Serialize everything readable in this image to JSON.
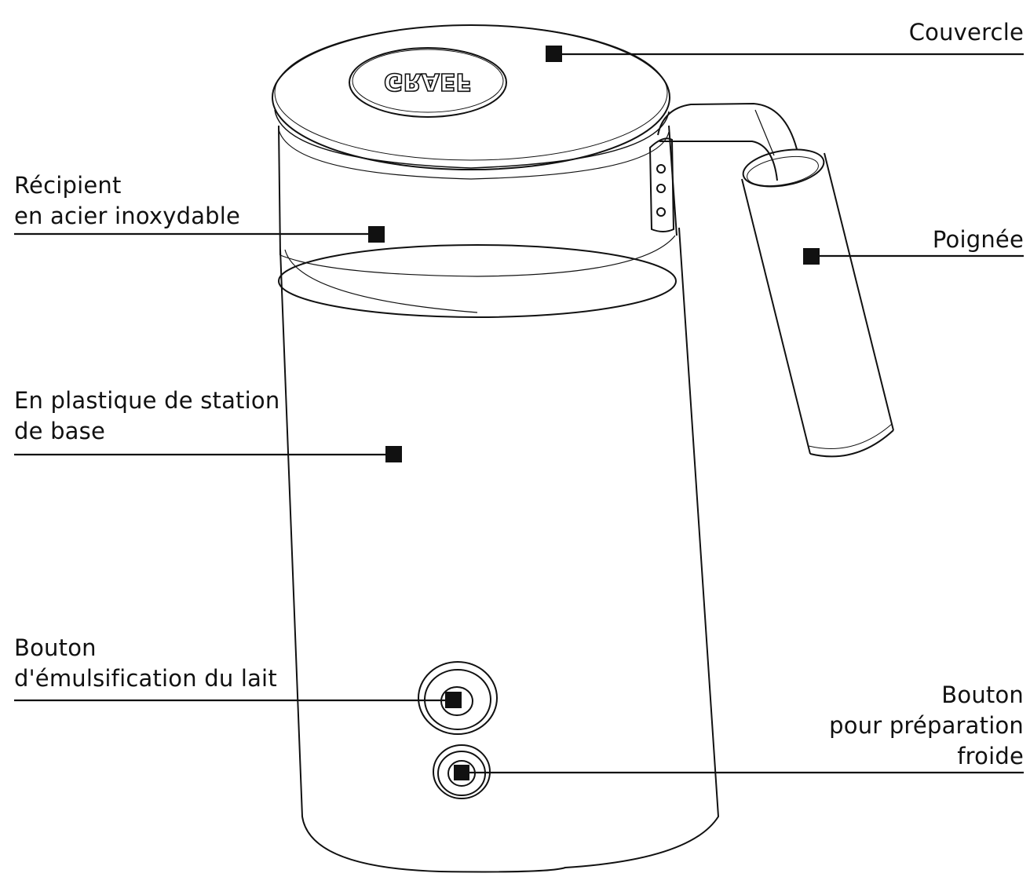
{
  "logo_text": "GRAEF",
  "labels": {
    "couvercle": "Couvercle",
    "recipient_line1": "Récipient",
    "recipient_line2": "en acier inoxydable",
    "poignee": "Poignée",
    "base_line1": "En plastique de station",
    "base_line2": "de base",
    "emulsion_line1": "Bouton",
    "emulsion_line2": "d'émulsification du lait",
    "froid_line1": "Bouton",
    "froid_line2": "pour préparation",
    "froid_line3": "froide"
  }
}
